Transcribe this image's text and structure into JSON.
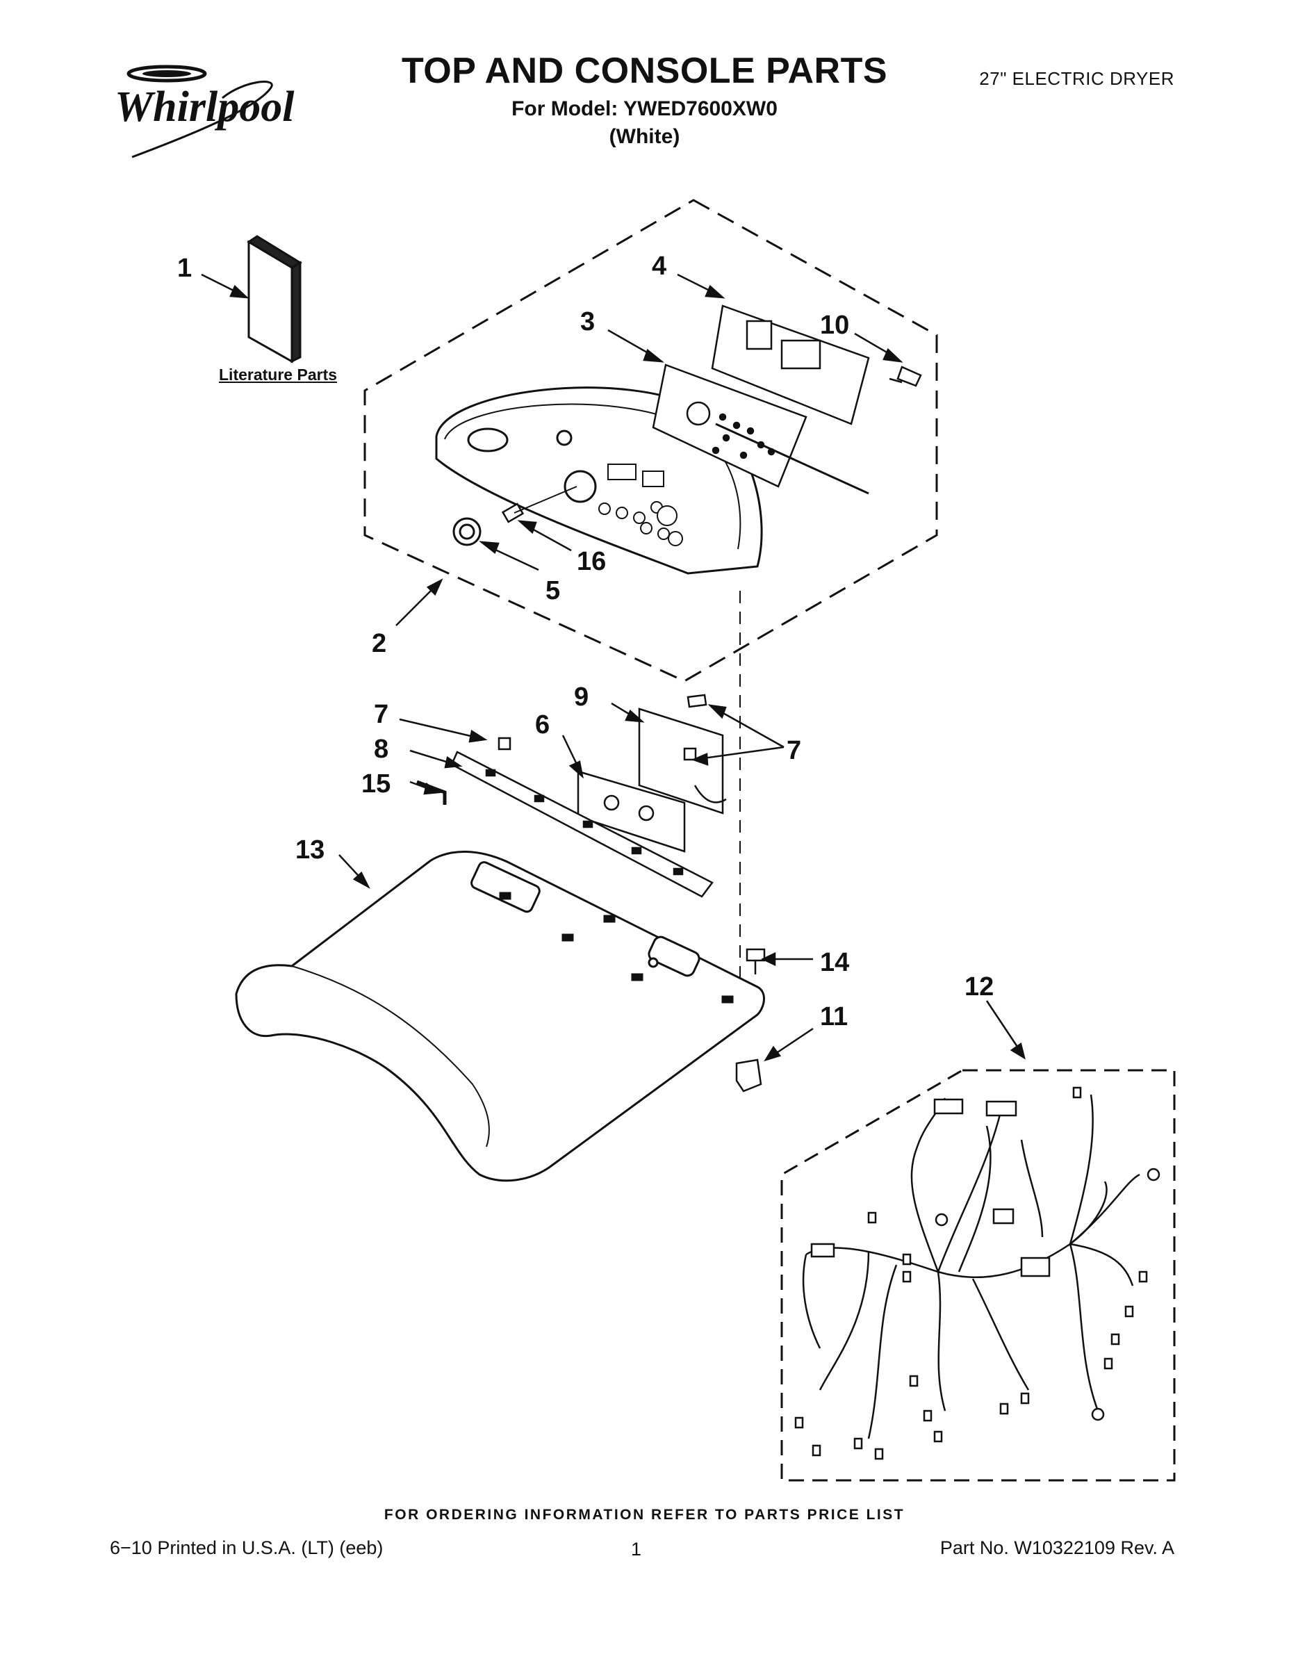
{
  "header": {
    "brand": "Whirlpool",
    "title": "TOP AND CONSOLE PARTS",
    "model_line": "For Model: YWED7600XW0",
    "color_line": "(White)",
    "product_type": "27\" ELECTRIC DRYER"
  },
  "diagram": {
    "literature_label": "Literature Parts",
    "callouts": [
      "1",
      "2",
      "3",
      "4",
      "5",
      "6",
      "7",
      "7",
      "7",
      "8",
      "9",
      "10",
      "11",
      "12",
      "13",
      "14",
      "15",
      "16"
    ]
  },
  "footer": {
    "ordering_note": "FOR ORDERING INFORMATION REFER TO PARTS PRICE LIST",
    "printed": "6−10 Printed in U.S.A. (LT) (eeb)",
    "page_number": "1",
    "part_number": "Part No. W10322109 Rev. A"
  },
  "colors": {
    "ink": "#111111",
    "background": "#ffffff"
  }
}
